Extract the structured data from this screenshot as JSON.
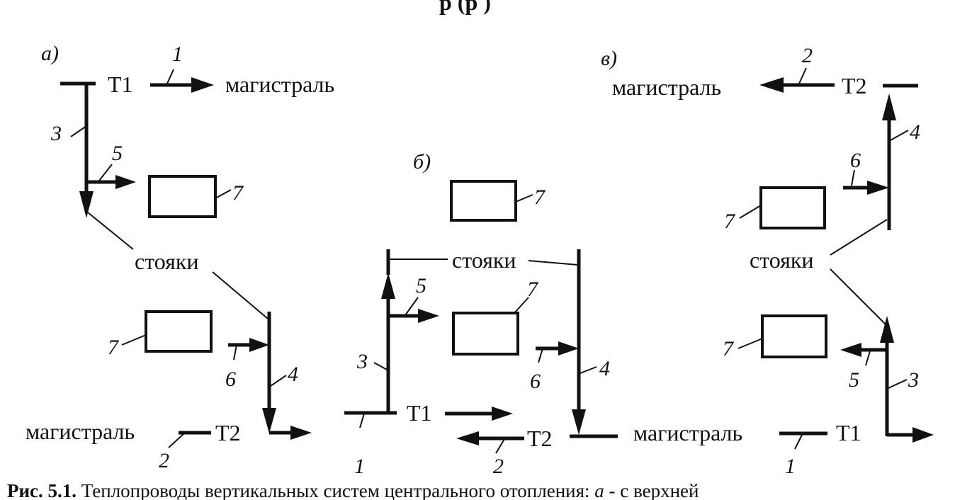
{
  "top_heading_fragment": "р                      (р           )",
  "panels": {
    "a": {
      "letter": "а)",
      "t1": "Т1",
      "t2": "Т2",
      "main_top": "магистраль",
      "main_bottom": "магистраль",
      "risers": "стояки",
      "n1": "1",
      "n2": "2",
      "n3": "3",
      "n4": "4",
      "n5": "5",
      "n6": "6",
      "n7a": "7",
      "n7b": "7"
    },
    "b": {
      "letter": "б)",
      "t1": "Т1",
      "t2": "Т2",
      "risers": "стояки",
      "n1": "1",
      "n2": "2",
      "n3": "3",
      "n4": "4",
      "n5": "5",
      "n6": "6",
      "n7a": "7",
      "n7b": "7"
    },
    "c": {
      "letter": "в)",
      "t1": "Т1",
      "t2": "Т2",
      "main_top": "магистраль",
      "main_bottom": "магистраль",
      "risers": "стояки",
      "n1": "1",
      "n2": "2",
      "n3": "3",
      "n4": "4",
      "n5": "5",
      "n6": "6",
      "n7a": "7",
      "n7b": "7"
    }
  },
  "caption": {
    "label": "Рис. 5.1.",
    "text": " Теплопроводы вертикальных систем центрального отопления: ",
    "italic": "а",
    "tail": " - с верхней"
  }
}
